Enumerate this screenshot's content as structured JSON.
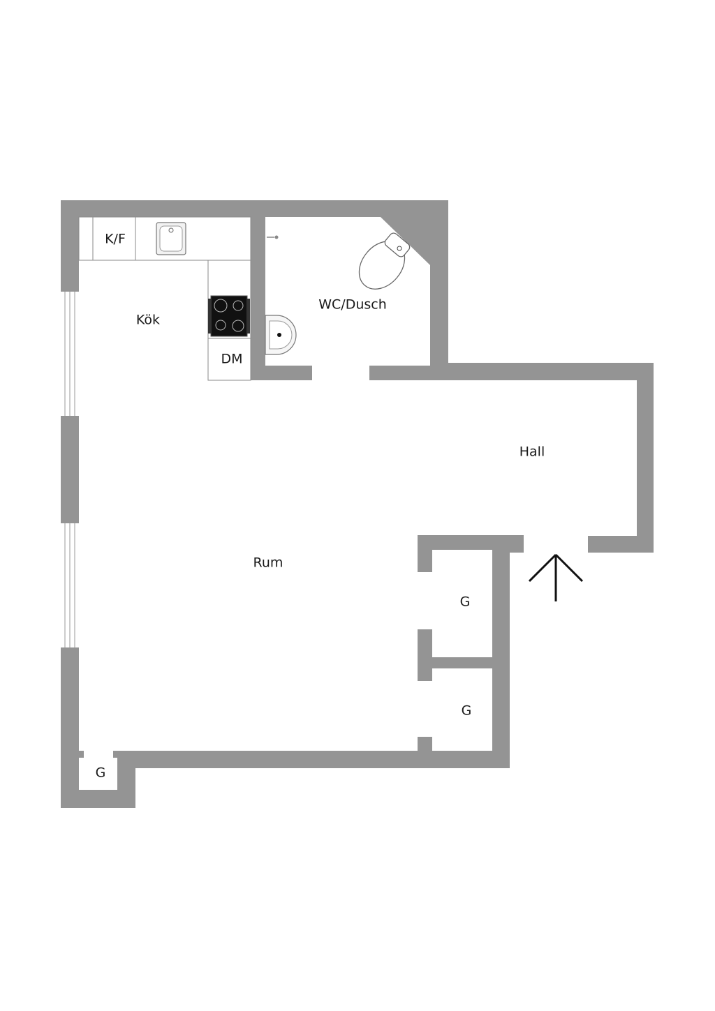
{
  "rooms": {
    "kitchen": "Kök",
    "fridge_freezer": "K/F",
    "dishwasher": "DM",
    "bathroom": "WC/Dusch",
    "hall": "Hall",
    "living_room": "Rum",
    "storage_upper": "G",
    "storage_lower": "G",
    "storage_corner": "G"
  },
  "icons": {
    "entrance": "entrance-arrow-icon",
    "sink": "kitchen-sink-icon",
    "stove": "stove-icon",
    "toilet": "toilet-icon",
    "washbasin": "washbasin-icon",
    "shower": "shower-head-icon"
  },
  "colors": {
    "wall": "#949494",
    "floor": "#ffffff",
    "text": "#1a1a1a"
  }
}
